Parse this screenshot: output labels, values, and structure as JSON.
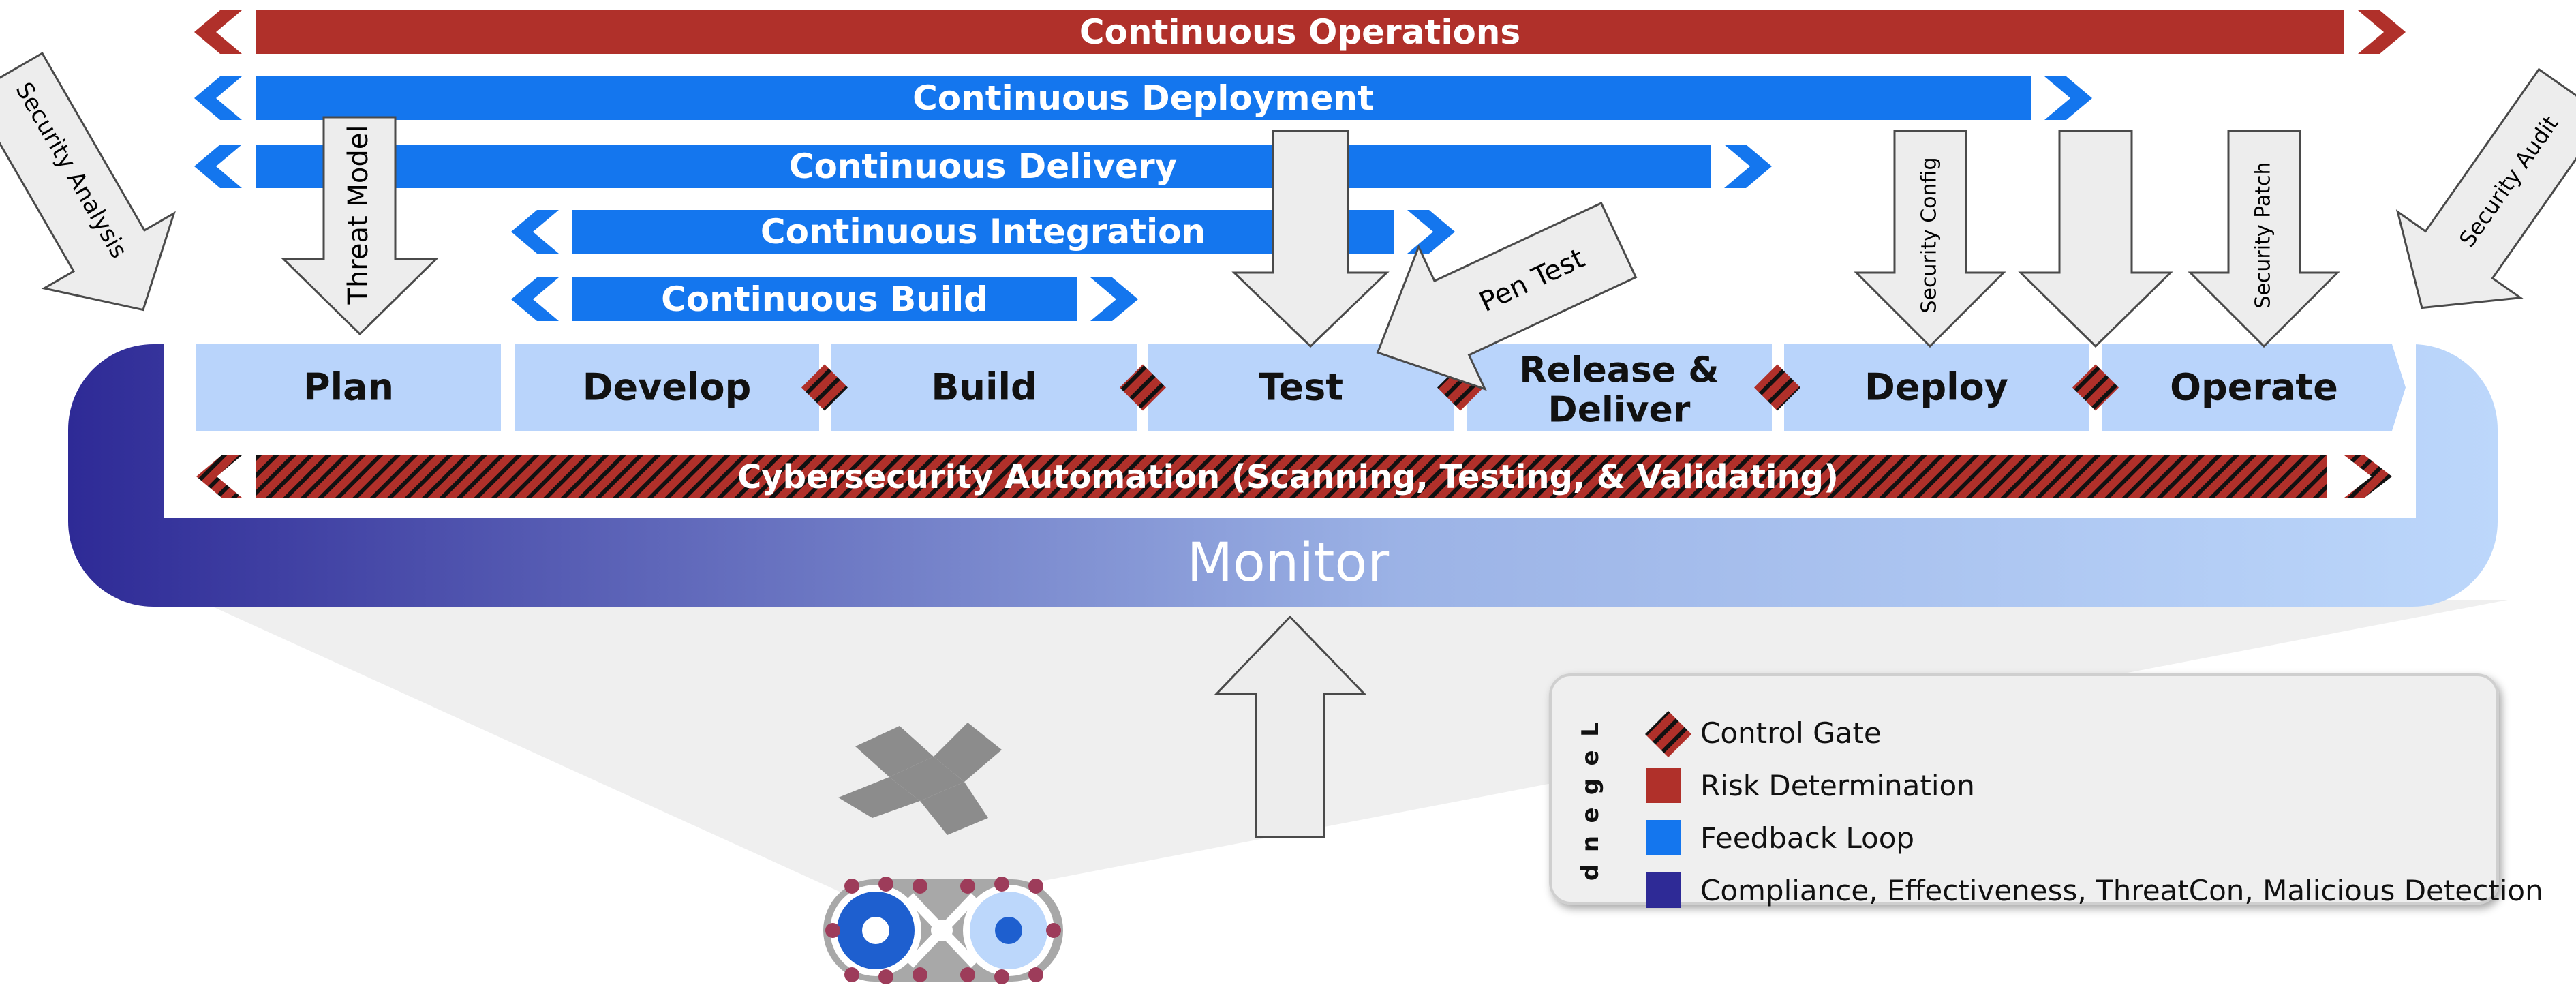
{
  "pipelines": [
    {
      "label": "Continuous Operations"
    },
    {
      "label": "Continuous Deployment"
    },
    {
      "label": "Continuous Delivery"
    },
    {
      "label": "Continuous Integration"
    },
    {
      "label": "Continuous Build"
    }
  ],
  "phases": [
    {
      "label": "Plan"
    },
    {
      "label": "Develop"
    },
    {
      "label": "Build"
    },
    {
      "label": "Test"
    },
    {
      "label_line1": "Release &",
      "label_line2": "Deliver"
    },
    {
      "label": "Deploy"
    },
    {
      "label": "Operate"
    }
  ],
  "automation": {
    "label": "Cybersecurity Automation (Scanning, Testing, & Validating)"
  },
  "monitor": {
    "label": "Monitor"
  },
  "callouts": {
    "security_analysis": "Security Analysis",
    "threat_model": "Threat Model",
    "pen_test": "Pen Test",
    "security_config": "Security Config",
    "security_patch": "Security Patch",
    "security_audit": "Security Audit"
  },
  "legend": {
    "title": "Legend",
    "items": [
      {
        "label": "Control Gate",
        "kind": "gate"
      },
      {
        "label": "Risk Determination",
        "color": "#b0302a"
      },
      {
        "label": "Feedback Loop",
        "color": "#1476ee"
      },
      {
        "label": "Compliance, Effectiveness, ThreatCon, Malicious Detection",
        "color": "#2e2a96"
      }
    ]
  },
  "colors": {
    "risk_red": "#b0302a",
    "feedback_blue": "#1476ee",
    "compliance_navy": "#2e2a96",
    "phase_fill": "#b9d4fb",
    "arrow_gray": "#ededed"
  }
}
